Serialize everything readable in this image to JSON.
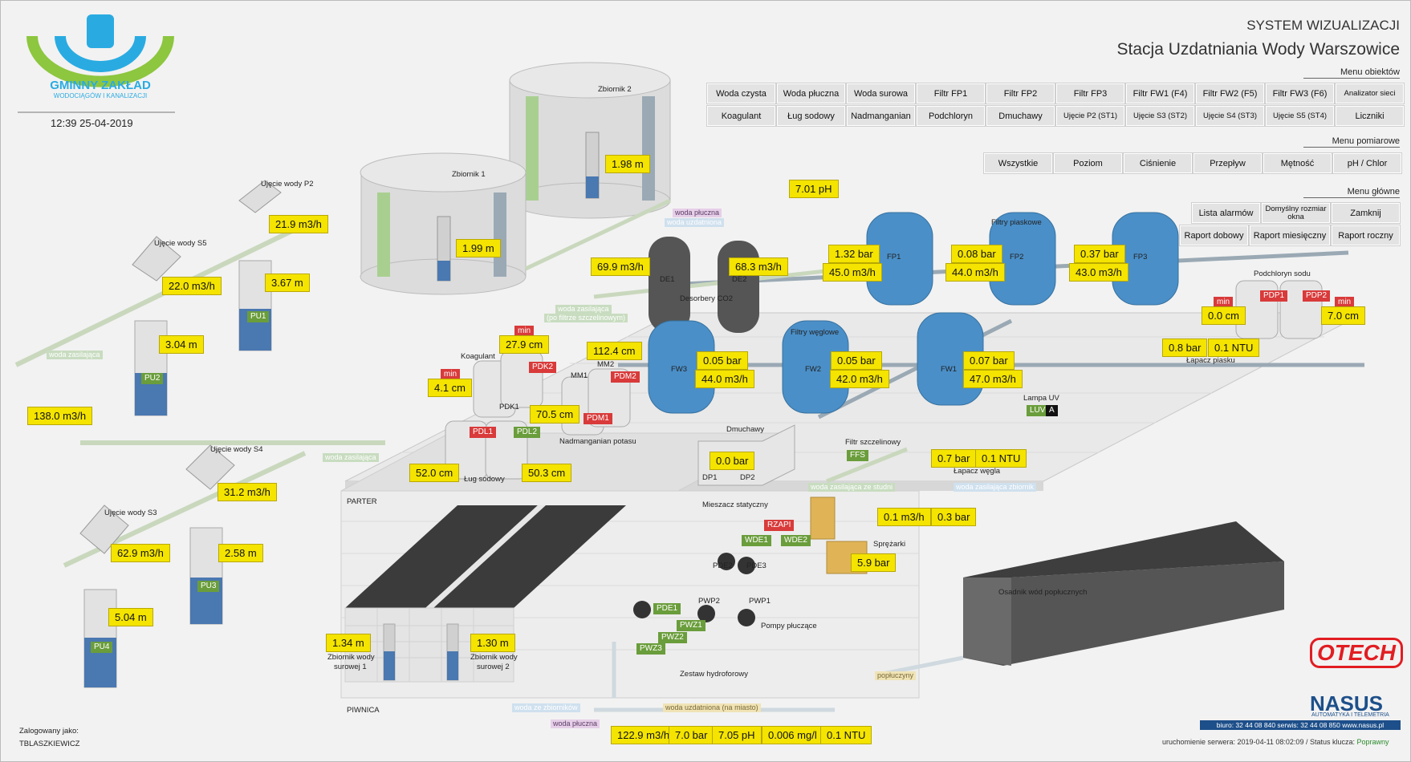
{
  "header": {
    "title": "SYSTEM WIZUALIZACJI",
    "subtitle": "Stacja Uzdatniania Wody Warszowice",
    "logo_line1": "GMINNY ZAKŁAD",
    "logo_line2": "WODOCIĄGÓW I KANALIZACJI",
    "datetime": "12:39  25-04-2019"
  },
  "menu_obiektow": {
    "title": "Menu obiektów",
    "row1": [
      "Woda czysta",
      "Woda płuczna",
      "Woda surowa",
      "Filtr FP1",
      "Filtr FP2",
      "Filtr FP3",
      "Filtr FW1 (F4)",
      "Filtr FW2 (F5)",
      "Filtr FW3 (F6)",
      "Analizator sieci"
    ],
    "row2": [
      "Koagulant",
      "Ług sodowy",
      "Nadmanganian",
      "Podchloryn",
      "Dmuchawy",
      "Ujęcie P2 (ST1)",
      "Ujęcie S3 (ST2)",
      "Ujęcie S4 (ST3)",
      "Ujęcie S5 (ST4)",
      "Liczniki"
    ]
  },
  "menu_pomiarowe": {
    "title": "Menu pomiarowe",
    "items": [
      "Wszystkie",
      "Poziom",
      "Ciśnienie",
      "Przepływ",
      "Mętność",
      "pH / Chlor"
    ]
  },
  "menu_glowne": {
    "title": "Menu główne",
    "items": [
      "Lista alarmów",
      "Domyślny rozmiar okna",
      "Zamknij",
      "Raport dobowy",
      "Raport miesięczny",
      "Raport roczny"
    ]
  },
  "values": {
    "z2": "1.98 m",
    "z1": "1.99 m",
    "ph_main": "7.01 pH",
    "p2_flow": "21.9 m3/h",
    "p2_level": "3.67 m",
    "s5_flow": "22.0 m3/h",
    "s5_level": "3.04 m",
    "total_flow": "138.0 m3/h",
    "s4_flow": "31.2 m3/h",
    "s4_level": "2.58 m",
    "s3_flow": "62.9 m3/h",
    "s3_level": "5.04 m",
    "de1": "69.9 m3/h",
    "de2": "68.3 m3/h",
    "fp1_p": "1.32 bar",
    "fp1_q": "45.0 m3/h",
    "fp2_p": "0.08 bar",
    "fp2_q": "44.0 m3/h",
    "fp3_p": "0.37 bar",
    "fp3_q": "43.0 m3/h",
    "fw3_p": "0.05 bar",
    "fw3_q": "44.0 m3/h",
    "fw2_p": "0.05 bar",
    "fw2_q": "42.0 m3/h",
    "fw1_p": "0.07 bar",
    "fw1_q": "47.0 m3/h",
    "koag": "27.9 cm",
    "koag2": "4.1 cm",
    "mm": "112.4 cm",
    "mm2": "70.5 cm",
    "lug1": "52.0 cm",
    "lug2": "50.3 cm",
    "podchl1": "0.0 cm",
    "podchl2": "7.0 cm",
    "lap_piasku_p": "0.8 bar",
    "lap_piasku_ntu": "0.1 NTU",
    "dmuch": "0.0 bar",
    "lap_wegla_p": "0.7 bar",
    "lap_wegla_ntu": "0.1 NTU",
    "mieszacz_q": "0.1 m3/h",
    "mieszacz_p": "0.3 bar",
    "sprezarki": "5.9 bar",
    "zws1": "1.34 m",
    "zws2": "1.30 m",
    "out_q": "122.9 m3/h",
    "out_p": "7.0 bar",
    "out_ph": "7.05 pH",
    "out_cl": "0.006 mg/l",
    "out_ntu": "0.1 NTU"
  },
  "labels": {
    "zbiornik2": "Zbiornik 2",
    "zbiornik1": "Zbiornik 1",
    "ujecie_p2": "Ujęcie wody P2",
    "ujecie_s5": "Ujęcie wody S5",
    "ujecie_s4": "Ujęcie wody S4",
    "ujecie_s3": "Ujęcie wody S3",
    "pu1": "PU1",
    "pu2": "PU2",
    "pu3": "PU3",
    "pu4": "PU4",
    "de1": "DE1",
    "de2": "DE2",
    "desorbery": "Desorbery CO2",
    "filtry_piaskowe": "Filtry piaskowe",
    "filtry_weglowe": "Filtry węglowe",
    "fp1": "FP1",
    "fp2": "FP2",
    "fp3": "FP3",
    "fw1": "FW1",
    "fw2": "FW2",
    "fw3": "FW3",
    "koagulant": "Koagulant",
    "pdk1": "PDK1",
    "pdk2": "PDK2",
    "mm1": "MM1",
    "mm2": "MM2",
    "pdm1": "PDM1",
    "pdm2": "PDM2",
    "nadmanganian": "Nadmanganian potasu",
    "pdl1": "PDL1",
    "pdl2": "PDL2",
    "lug_sodowy": "Ług sodowy",
    "podchloryn": "Podchloryn sodu",
    "pdp1": "PDP1",
    "pdp2": "PDP2",
    "lapacz_piasku": "Łapacz piasku",
    "lampa_uv": "Lampa UV",
    "luv": "LUV",
    "a": "A",
    "dmuchawy": "Dmuchawy",
    "dp1": "DP1",
    "dp2": "DP2",
    "filtr_szczelinowy": "Filtr szczelinowy",
    "ffs": "FFS",
    "lapacz_wegla": "Łapacz węgla",
    "parter": "PARTER",
    "piwnica": "PIWNICA",
    "mieszacz": "Mieszacz statyczny",
    "rzapi": "RZAPI",
    "wde1": "WDE1",
    "wde2": "WDE2",
    "sprezarki": "Sprężarki",
    "pde1": "PDE1",
    "pde2": "PDE2",
    "pde3": "PDE3",
    "pwp1": "PWP1",
    "pwp2": "PWP2",
    "pompy_plucz": "Pompy płuczące",
    "pwz1": "PWZ1",
    "pwz2": "PWZ2",
    "pwz3": "PWZ3",
    "zestaw": "Zestaw hydroforowy",
    "zws1_a": "Zbiornik wody",
    "zws1_b": "surowej 1",
    "zws2_a": "Zbiornik wody",
    "zws2_b": "surowej 2",
    "osadnik": "Osadnik wód popłucznych",
    "min": "min"
  },
  "pipe_labels": {
    "woda_pluczna": "woda płuczna",
    "woda_uzdatniona": "woda uzdatniona",
    "woda_zasilajaca_filtr": "woda zasilająca",
    "po_filtrze": "(po filtrze szczelinowym)",
    "woda_zasilajaca_left": "woda zasilająca",
    "woda_zasilajaca_mid": "woda zasilająca",
    "woda_zasilajaca_studni": "woda zasilająca ze studni",
    "woda_zasilajaca_zbiornik": "woda zasilająca zbiornik",
    "woda_ze_zbiornikow": "woda ze zbiorników",
    "woda_pluczna_bottom": "woda płuczna",
    "woda_uzdatniona_miasto": "woda uzdatniona (na miasto)",
    "popluczyny": "popłuczyny"
  },
  "footer": {
    "logged_as_label": "Zalogowany jako:",
    "user": "TBLASZKIEWICZ",
    "brand1": "OTECH",
    "brand2": "NASUS",
    "brand2_sub": "AUTOMATYKA I TELEMETRIA",
    "contact": "biuro: 32 44 08 840   serwis: 32 44 08 850   www.nasus.pl",
    "server_start": "uruchomienie serwera: 2019-04-11 08:02:09",
    "key_status_label": "/ Status klucza:",
    "key_status": "Poprawny"
  }
}
